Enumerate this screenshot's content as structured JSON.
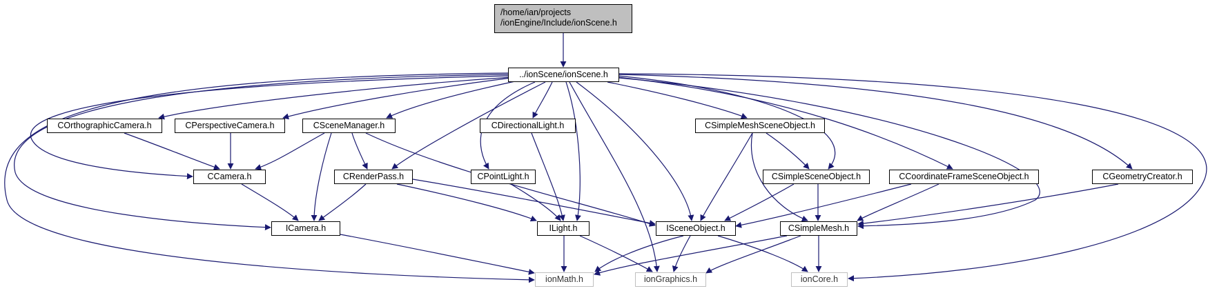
{
  "colors": {
    "edge": "#191970",
    "root_fill": "#bfbfbf",
    "ext_border": "#bfbfbf"
  },
  "nodes": {
    "root": {
      "line1": "/home/ian/projects",
      "line2": "/ionEngine/Include/ionScene.h"
    },
    "ionscene_rel": "../ionScene/ionScene.h",
    "corthographic": "COrthographicCamera.h",
    "cperspective": "CPerspectiveCamera.h",
    "cscenemanager": "CSceneManager.h",
    "cdirectionallight": "CDirectionalLight.h",
    "csimplemeshsceneobject": "CSimpleMeshSceneObject.h",
    "ccamera": "CCamera.h",
    "crenderpass": "CRenderPass.h",
    "cpointlight": "CPointLight.h",
    "csimplesceneobject": "CSimpleSceneObject.h",
    "ccoordinateframe": "CCoordinateFrameSceneObject.h",
    "cgeometrycreator": "CGeometryCreator.h",
    "icamera": "ICamera.h",
    "ilight": "ILight.h",
    "isceneobject": "ISceneObject.h",
    "csimplemesh": "CSimpleMesh.h",
    "ionmath": "ionMath.h",
    "iongraphics": "ionGraphics.h",
    "ioncore": "ionCore.h"
  }
}
